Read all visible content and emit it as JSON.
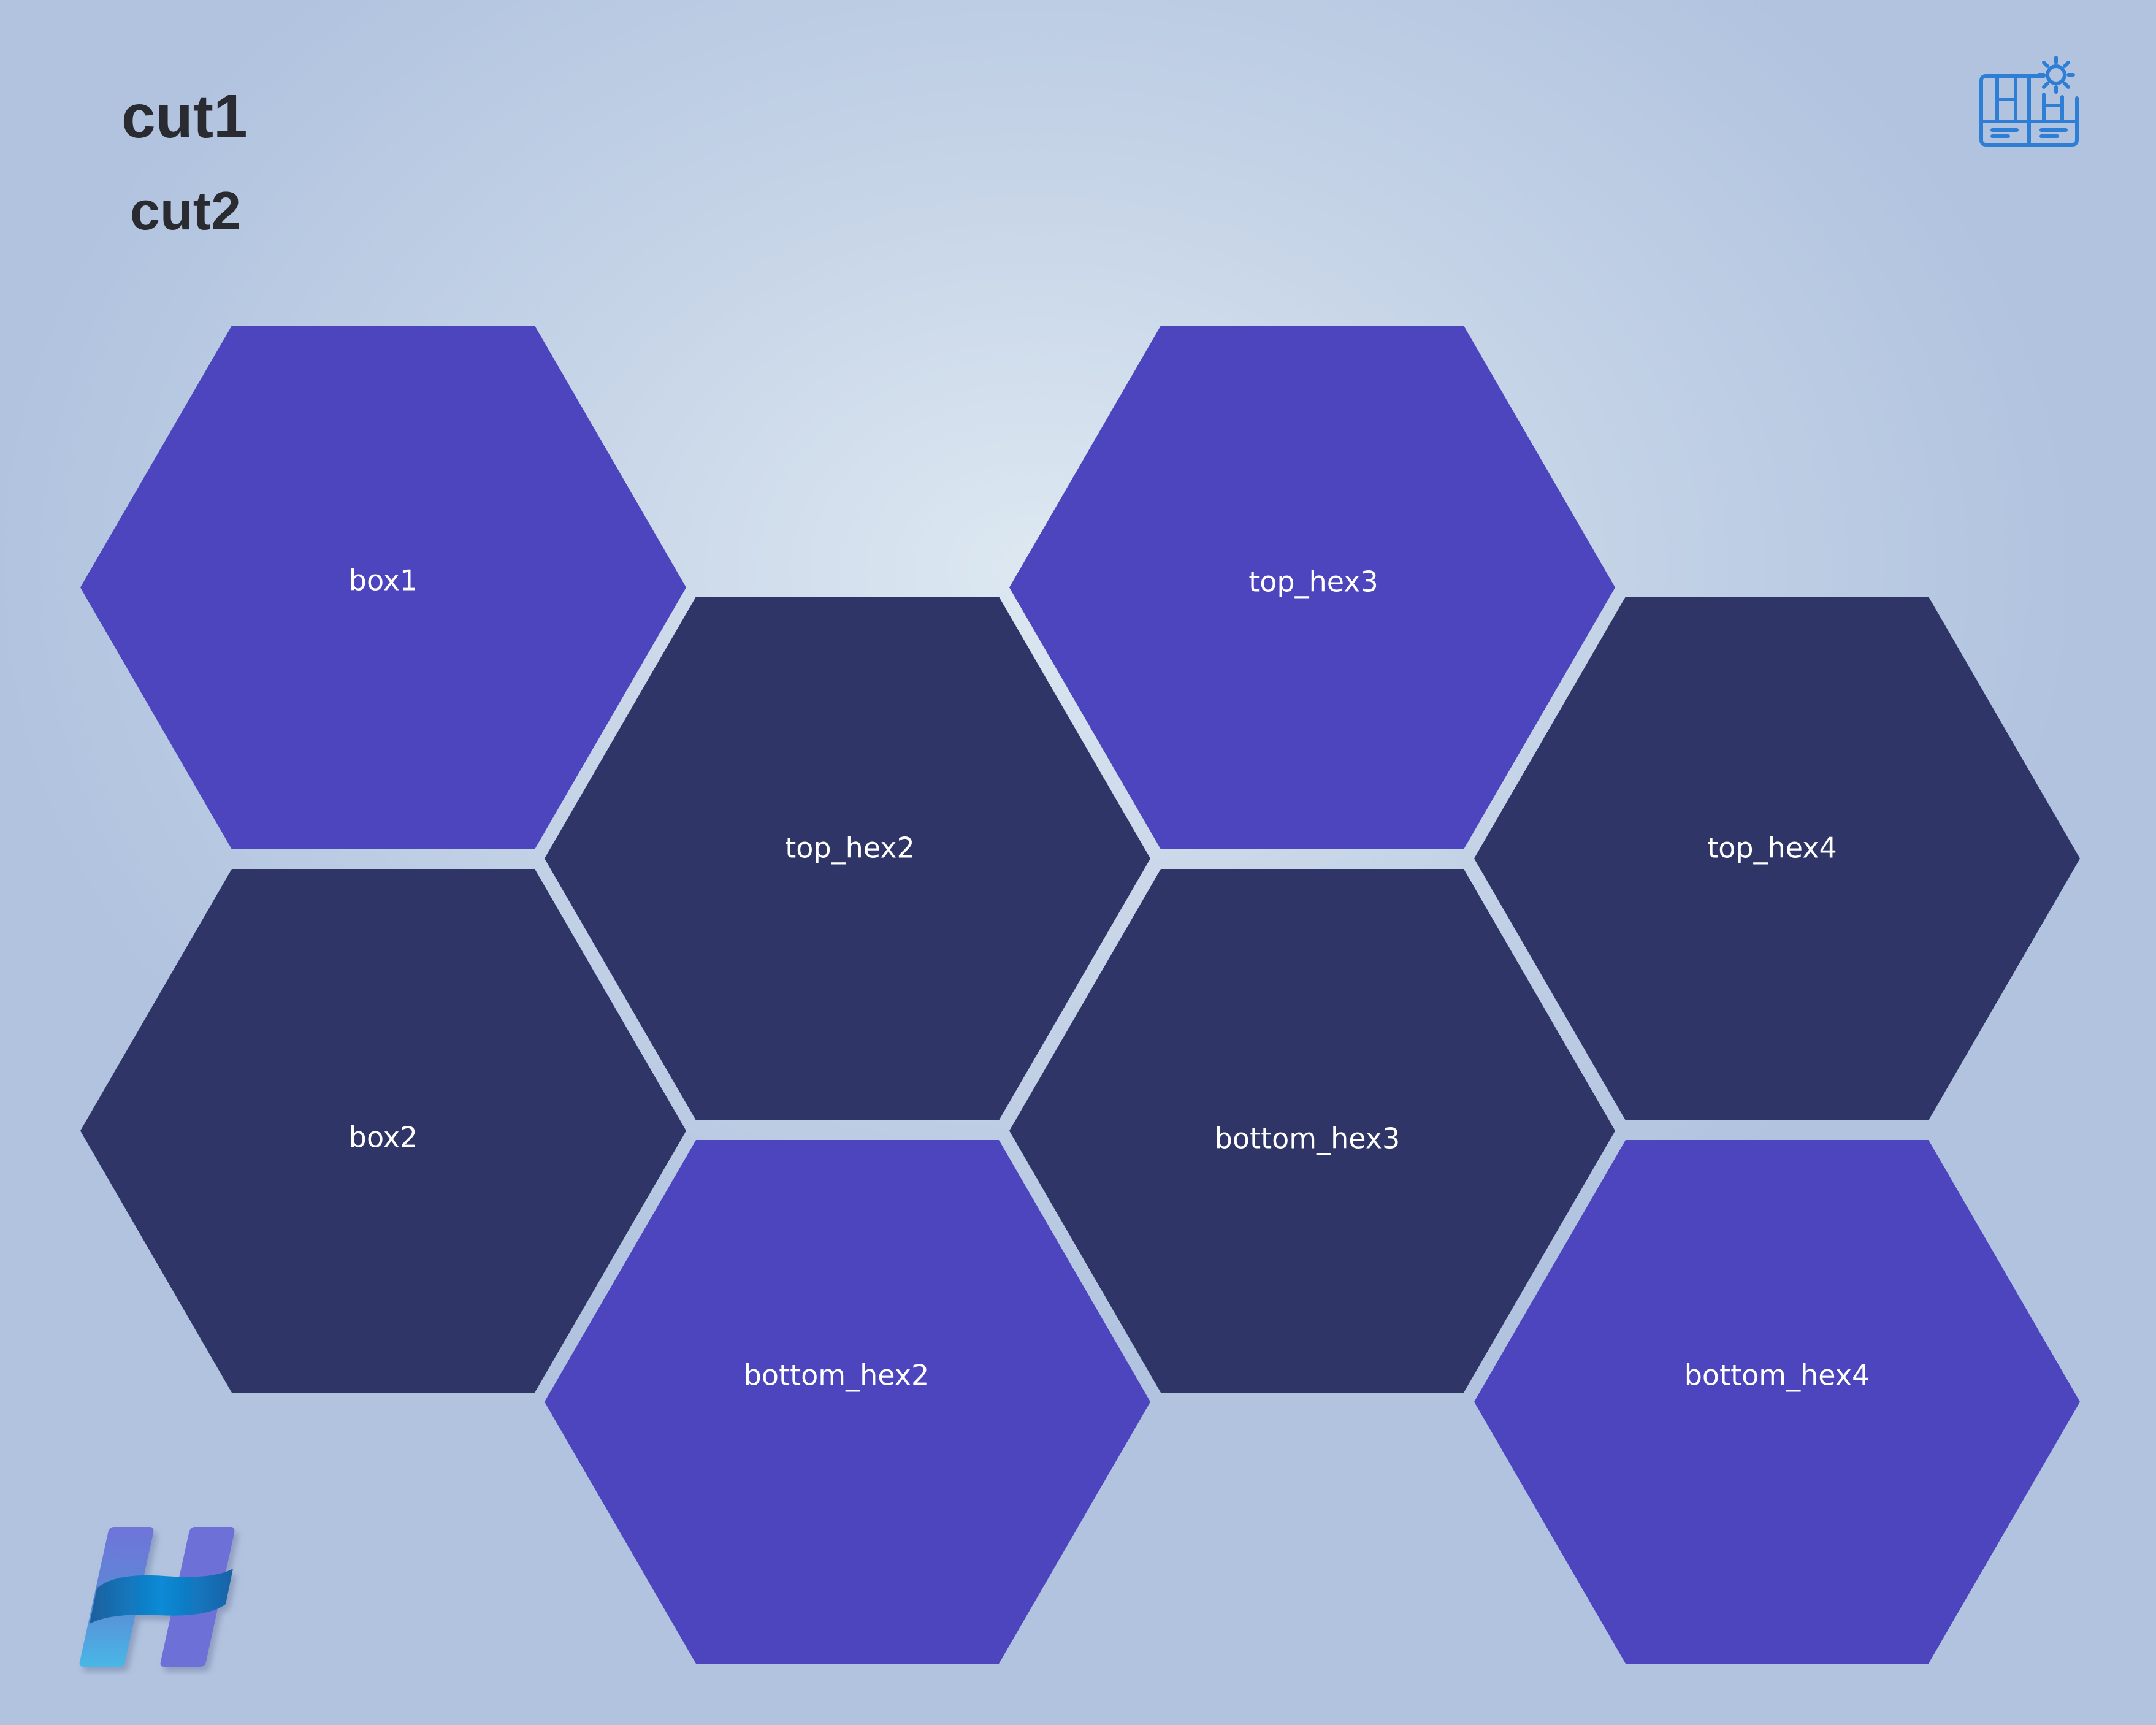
{
  "header": {
    "cut1": "cut1",
    "cut2": "cut2"
  },
  "icons": {
    "top_right": "dashboard-settings-icon",
    "bottom_left": "h-brand-logo"
  },
  "colors": {
    "hex_purple": "#4c45be",
    "hex_navy": "#2f3566",
    "hex_label": "#ffffff",
    "icon_blue": "#2f7ed6",
    "title_text": "#2a2b31"
  },
  "hexagons": [
    {
      "id": "box1",
      "label": "box1",
      "fill": "purple"
    },
    {
      "id": "box2",
      "label": "box2",
      "fill": "navy"
    },
    {
      "id": "top_hex2",
      "label": "top_hex2",
      "fill": "navy"
    },
    {
      "id": "bottom_hex2",
      "label": "bottom_hex2",
      "fill": "purple"
    },
    {
      "id": "top_hex3",
      "label": "top_hex3",
      "fill": "purple"
    },
    {
      "id": "bottom_hex3",
      "label": "bottom_hex3",
      "fill": "navy"
    },
    {
      "id": "top_hex4",
      "label": "top_hex4",
      "fill": "navy"
    },
    {
      "id": "bottom_hex4",
      "label": "bottom_hex4",
      "fill": "purple"
    }
  ]
}
